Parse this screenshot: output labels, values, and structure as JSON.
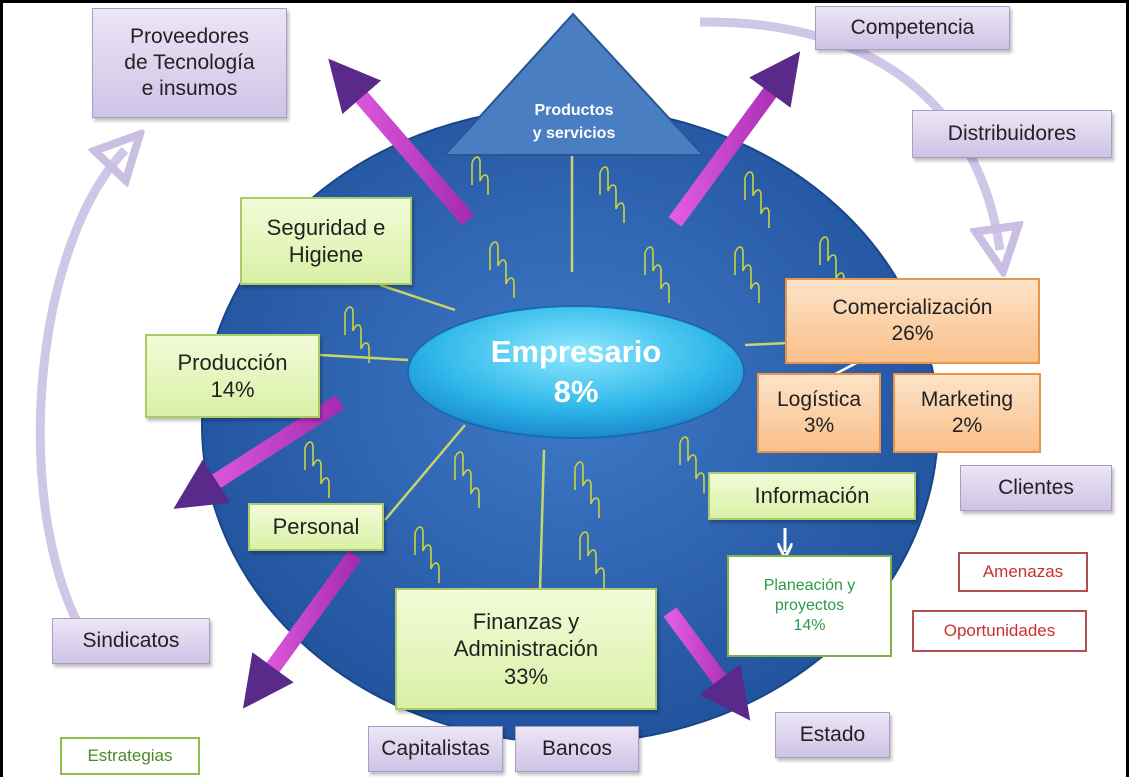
{
  "center": {
    "line1": "Empresario",
    "line2": "8%"
  },
  "top": {
    "line1": "Productos",
    "line2": "y servicios"
  },
  "external": {
    "proveedores": [
      "Proveedores",
      "de Tecnología",
      "e insumos"
    ],
    "competencia": "Competencia",
    "distribuidores": "Distribuidores",
    "clientes": "Clientes",
    "sindicatos": "Sindicatos",
    "capitalistas": "Capitalistas",
    "bancos": "Bancos",
    "estado": "Estado"
  },
  "areas": {
    "seguridad": [
      "Seguridad e",
      "Higiene"
    ],
    "produccion": [
      "Producción",
      "14%"
    ],
    "personal": "Personal",
    "finanzas": [
      "Finanzas y",
      "Administración",
      "33%"
    ],
    "informacion": "Información",
    "comercializacion": [
      "Comercialización",
      "26%"
    ],
    "logistica": [
      "Logística",
      "3%"
    ],
    "marketing": [
      "Marketing",
      "2%"
    ]
  },
  "planeacion": [
    "Planeación y",
    "proyectos",
    "14%"
  ],
  "legend": {
    "amenazas": "Amenazas",
    "oportunidades": "Oportunidades",
    "estrategias": "Estrategias"
  },
  "colors": {
    "ellipse": "#2a5fae",
    "center": "#29b4e6",
    "arrow": "#c23cc6",
    "wave": "#c8d43c"
  }
}
